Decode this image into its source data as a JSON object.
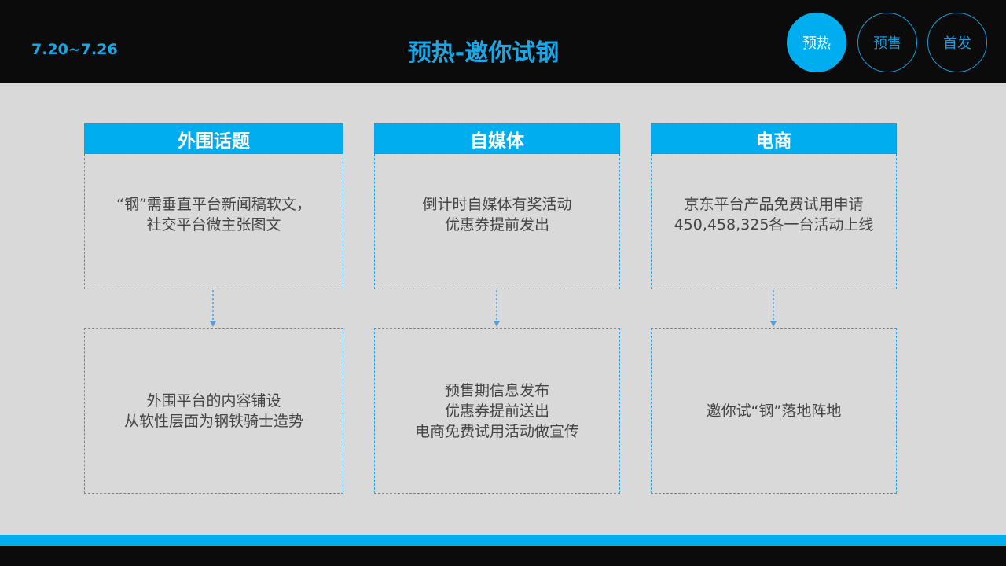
{
  "header": {
    "date_range": "7.20~7.26",
    "title": "预热-邀你试钢",
    "nav": [
      {
        "label": "预热",
        "active": true
      },
      {
        "label": "预售",
        "active": false
      },
      {
        "label": "首发",
        "active": false
      }
    ]
  },
  "columns": [
    {
      "heading": "外围话题",
      "top_lines": [
        "“钢”需垂直平台新闻稿软文，",
        "社交平台微主张图文"
      ],
      "bottom_lines": [
        "外围平台的内容铺设",
        "从软性层面为钢铁骑士造势"
      ]
    },
    {
      "heading": "自媒体",
      "top_lines": [
        "倒计时自媒体有奖活动",
        "优惠券提前发出"
      ],
      "bottom_lines": [
        "预售期信息发布",
        "优惠券提前送出",
        "电商免费试用活动做宣传"
      ]
    },
    {
      "heading": "电商",
      "top_lines": [
        "京东平台产品免费试用申请",
        "450,458,325各一台活动上线"
      ],
      "bottom_lines": [
        "邀你试“钢”落地阵地"
      ]
    }
  ],
  "colors": {
    "accent": "#00adef",
    "title_blue": "#1aa7e6",
    "background": "#d9d9d9",
    "bar_black": "#0b0b0b",
    "arrow": "#5b9bd5"
  }
}
